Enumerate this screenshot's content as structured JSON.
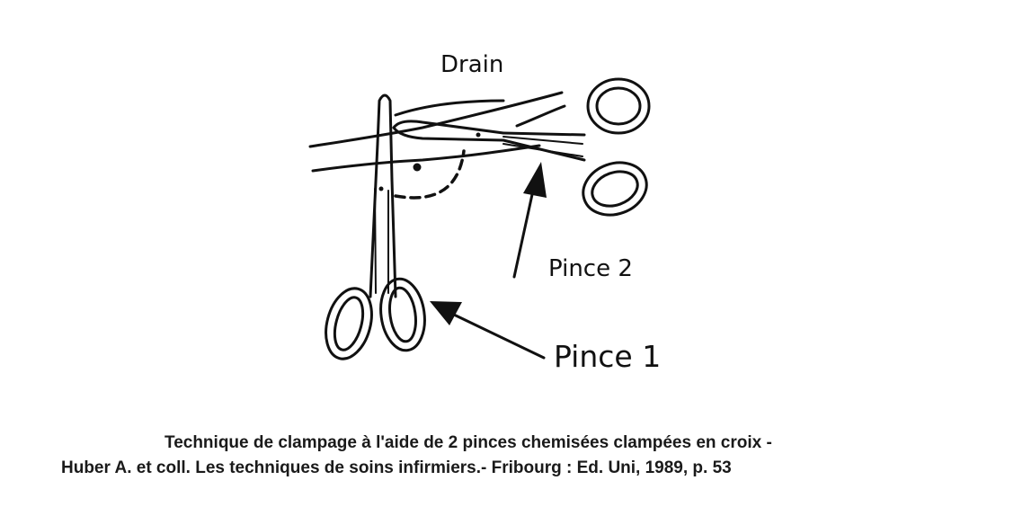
{
  "diagram": {
    "labels": {
      "drain": "Drain",
      "pince2": "Pince 2",
      "pince1": "Pince 1"
    },
    "stroke_color": "#111111",
    "background_color": "#ffffff"
  },
  "caption": {
    "line1": "Technique de clampage à l'aide de 2 pinces chemisées clampées en croix -",
    "line2": "Huber A. et coll. Les techniques de soins infirmiers.- Fribourg : Ed. Uni, 1989, p. 53"
  }
}
